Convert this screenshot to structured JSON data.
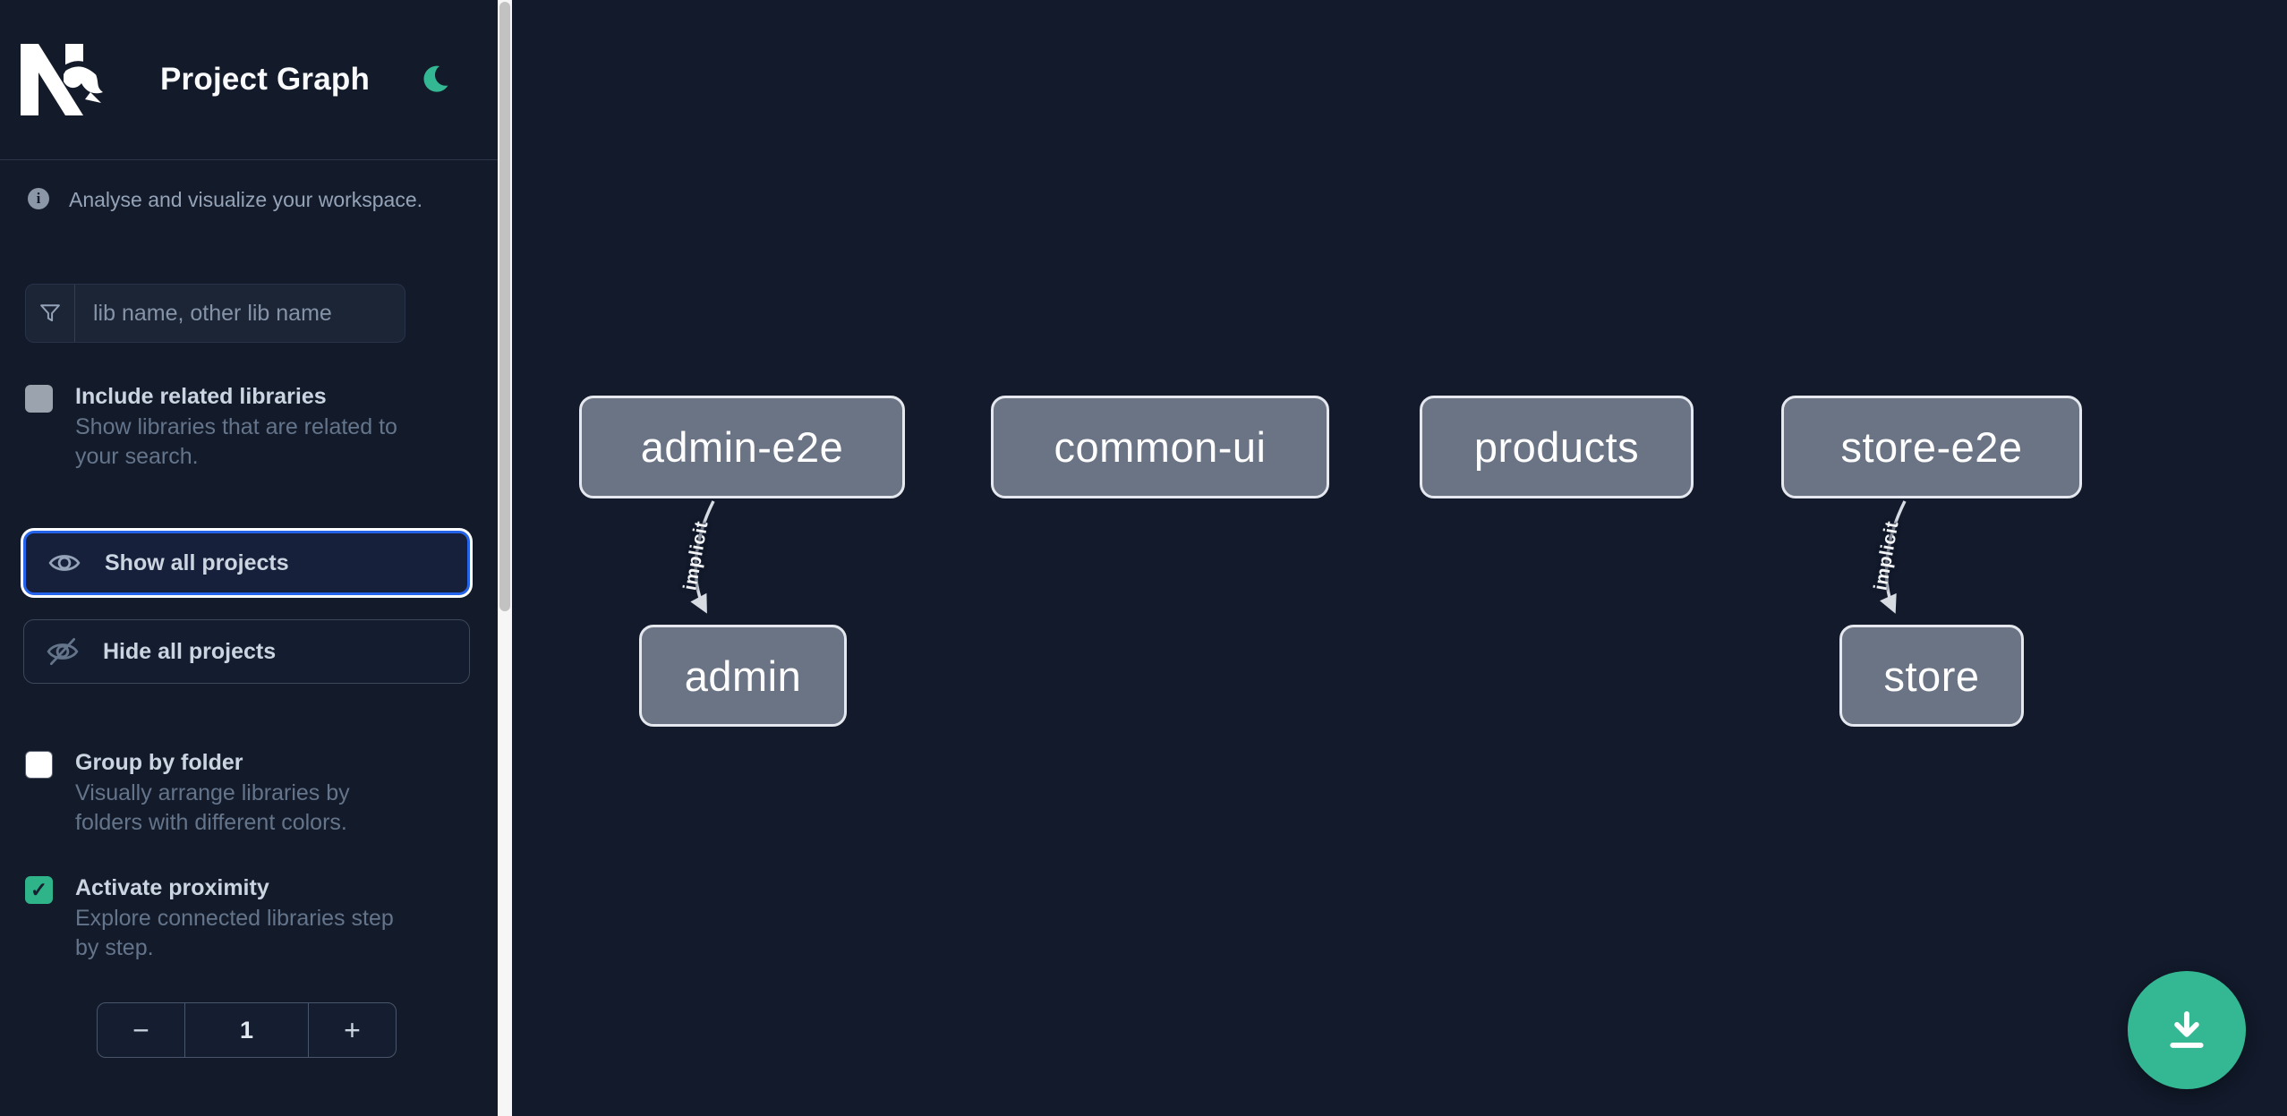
{
  "header": {
    "title": "Project Graph",
    "logo": "nx-logo",
    "theme_toggle": "dark-mode-moon"
  },
  "info": {
    "text": "Analyse and visualize your workspace."
  },
  "search": {
    "placeholder": "lib name, other lib name",
    "value": ""
  },
  "controls": {
    "include_related": {
      "label": "Include related libraries",
      "description": "Show libraries that are related to your search.",
      "checked": false
    },
    "show_all_label": "Show all projects",
    "hide_all_label": "Hide all projects",
    "group_by_folder": {
      "label": "Group by folder",
      "description": "Visually arrange libraries by folders with different colors.",
      "checked": false
    },
    "activate_proximity": {
      "label": "Activate proximity",
      "description": "Explore connected libraries step by step.",
      "checked": true,
      "check_glyph": "✓"
    },
    "stepper": {
      "decrement": "−",
      "value": "1",
      "increment": "+"
    }
  },
  "graph": {
    "nodes": [
      {
        "label": "admin-e2e"
      },
      {
        "label": "common-ui"
      },
      {
        "label": "products"
      },
      {
        "label": "store-e2e"
      },
      {
        "label": "admin"
      },
      {
        "label": "store"
      }
    ],
    "edges": [
      {
        "label": "implicit",
        "from": "admin-e2e",
        "to": "admin"
      },
      {
        "label": "implicit",
        "from": "store-e2e",
        "to": "store"
      }
    ]
  },
  "colors": {
    "accent_green": "#34b893",
    "focus_blue": "#2563eb",
    "node_fill": "#6b7485",
    "node_border": "#e5e8ee",
    "background": "#121a2b",
    "scrollbar_thumb": "#c2c2c2"
  }
}
